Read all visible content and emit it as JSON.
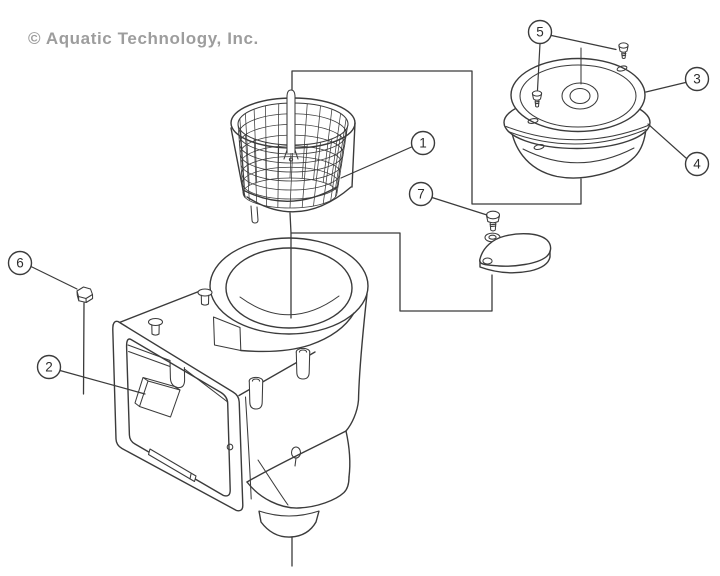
{
  "watermark": {
    "text": "© Aquatic Technology, Inc."
  },
  "diagram": {
    "colors": {
      "line": "#3b3b3b",
      "background": "#ffffff",
      "watermark": "#9d9d9d"
    },
    "callouts": [
      {
        "label": "1"
      },
      {
        "label": "2"
      },
      {
        "label": "3"
      },
      {
        "label": "4"
      },
      {
        "label": "5"
      },
      {
        "label": "6"
      },
      {
        "label": "7"
      }
    ]
  }
}
